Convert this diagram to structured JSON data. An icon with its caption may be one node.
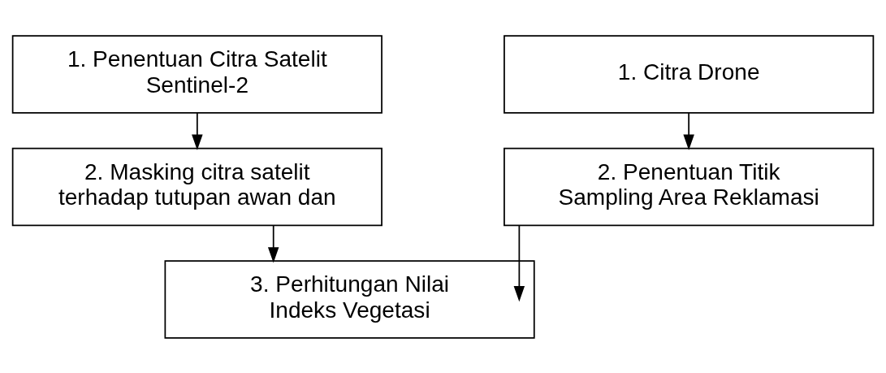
{
  "diagram": {
    "nodes": [
      {
        "text": [
          "1. Penentuan Citra Satelit Sentinel-2"
        ]
      },
      {
        "text": [
          "1. Citra Drone"
        ]
      },
      {
        "text": [
          "2. Masking citra satelit terhadap tutupan awan dan"
        ]
      },
      {
        "text": [
          "2. Penentuan Titik Sampling Area Reklamasi"
        ]
      },
      {
        "text": [
          "3. Perhitungan Nilai Indeks Vegetasi"
        ]
      }
    ],
    "edges": [
      {
        "from": 0,
        "to": 2,
        "arrow": "to"
      },
      {
        "from": 1,
        "to": 3,
        "arrow": "to"
      },
      {
        "from": 2,
        "to": 4,
        "arrow": "to"
      },
      {
        "from": 3,
        "to": 4,
        "arrow": "to"
      }
    ]
  }
}
